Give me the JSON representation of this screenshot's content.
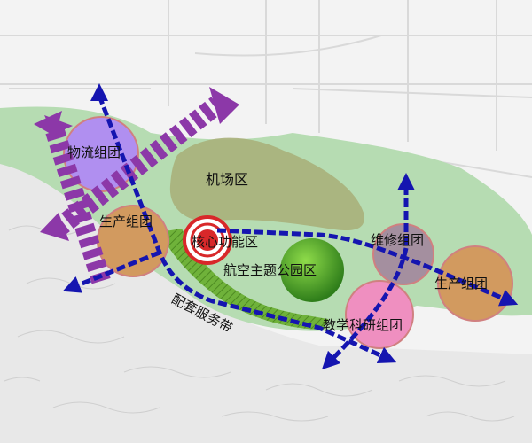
{
  "labels": {
    "logistics_cluster": "物流组团",
    "production_cluster_west": "生产组团",
    "airport_zone": "机场区",
    "core_function_zone": "核心功能区",
    "aviation_theme_park": "航空主题公园区",
    "maintenance_cluster": "维修组团",
    "production_cluster_east": "生产组团",
    "support_service_belt": "配套服务带",
    "education_research_cluster": "教学科研组团"
  },
  "colors": {
    "green_area": "#b6dcb2",
    "airport": "#a8b07a",
    "logistics": "#b08ff0",
    "production": "#d29a5f",
    "maintenance": "#a48f9f",
    "education": "#ef8fc0",
    "park": "#48a02a",
    "core": "#d8282a",
    "service_belt": "#6fb23a",
    "purple_axis": "#8c38a8",
    "blue_axis": "#1515b0"
  }
}
